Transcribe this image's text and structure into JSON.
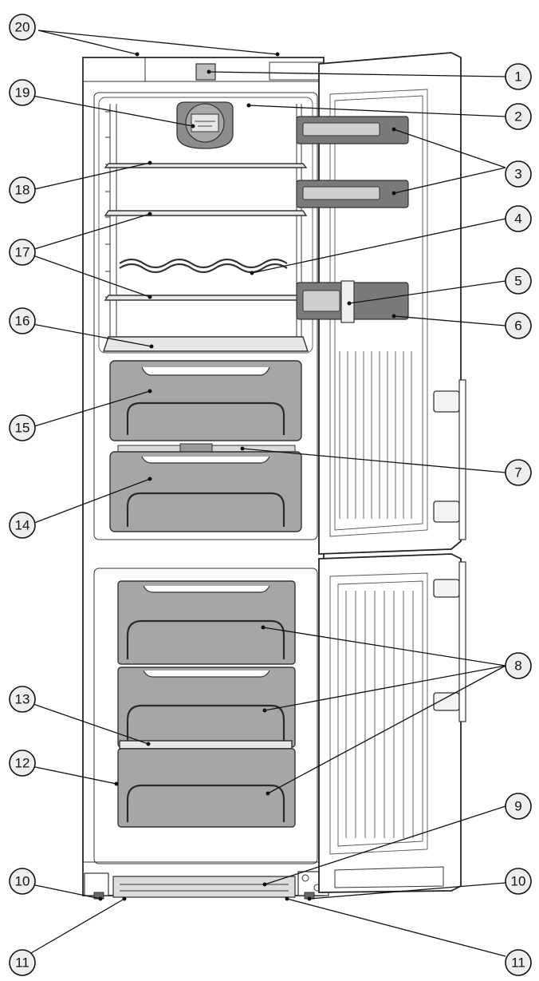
{
  "callouts": [
    {
      "id": "c1",
      "number": "1"
    },
    {
      "id": "c2",
      "number": "2"
    },
    {
      "id": "c3",
      "number": "3"
    },
    {
      "id": "c4",
      "number": "4"
    },
    {
      "id": "c5",
      "number": "5"
    },
    {
      "id": "c6",
      "number": "6"
    },
    {
      "id": "c7",
      "number": "7"
    },
    {
      "id": "c8",
      "number": "8"
    },
    {
      "id": "c9",
      "number": "9"
    },
    {
      "id": "c10a",
      "number": "10"
    },
    {
      "id": "c10b",
      "number": "10"
    },
    {
      "id": "c11a",
      "number": "11"
    },
    {
      "id": "c11b",
      "number": "11"
    },
    {
      "id": "c12",
      "number": "12"
    },
    {
      "id": "c13",
      "number": "13"
    },
    {
      "id": "c14",
      "number": "14"
    },
    {
      "id": "c15",
      "number": "15"
    },
    {
      "id": "c16",
      "number": "16"
    },
    {
      "id": "c17",
      "number": "17"
    },
    {
      "id": "c18",
      "number": "18"
    },
    {
      "id": "c19",
      "number": "19"
    },
    {
      "id": "c20",
      "number": "20"
    }
  ]
}
